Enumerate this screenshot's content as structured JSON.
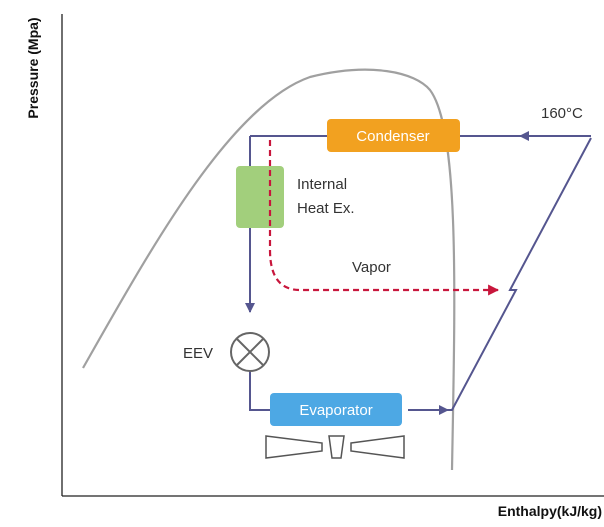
{
  "axes": {
    "y_label": "Pressure (Mpa)",
    "x_label": "Enthalpy(kJ/kg)"
  },
  "components": {
    "condenser": "Condenser",
    "evaporator": "Evaporator",
    "internal_heat_ex_line1": "Internal",
    "internal_heat_ex_line2": "Heat Ex.",
    "eev": "EEV",
    "vapor": "Vapor",
    "temperature": "160°C"
  },
  "colors": {
    "cycle_line": "#55568f",
    "dome_curve": "#a0a0a0",
    "condenser": "#f2a120",
    "evaporator": "#4da8e4",
    "heat_exchanger": "#a2cf7c",
    "vapor_line": "#c8163c",
    "axis": "#222222"
  }
}
